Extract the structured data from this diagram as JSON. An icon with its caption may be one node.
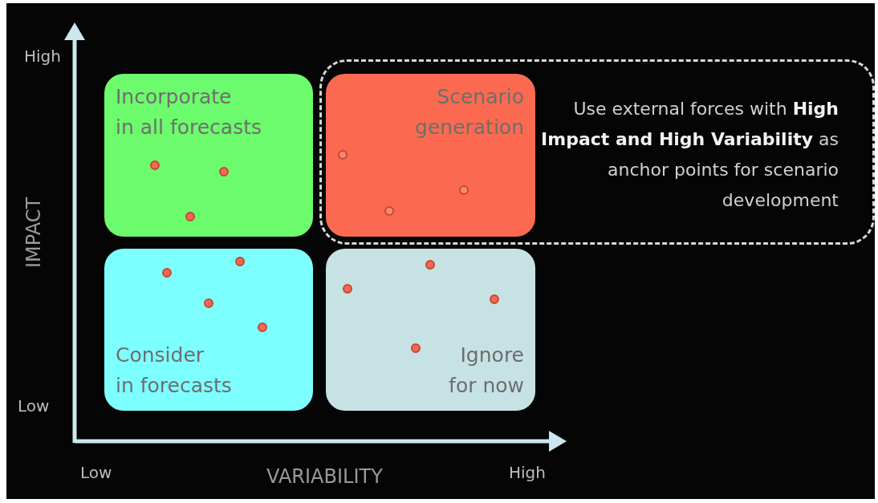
{
  "diagram": {
    "nodes": [
      {
        "text": [
          "Incorporate",
          "in all forecasts"
        ]
      },
      {
        "text": [
          "Use external forces with **High Impact and High Variability** as anchor points for scenario development"
        ]
      },
      {
        "text": [
          "Scenario",
          "generation"
        ],
        "in": 1
      },
      {
        "text": [
          "Consider",
          "in forecasts"
        ]
      },
      {
        "text": [
          "Ignore",
          "for now"
        ]
      }
    ],
    "edges": [],
    "labels": [
      "High",
      "IMPACT",
      "Low",
      "Low",
      "VARIABILITY",
      "High"
    ]
  }
}
